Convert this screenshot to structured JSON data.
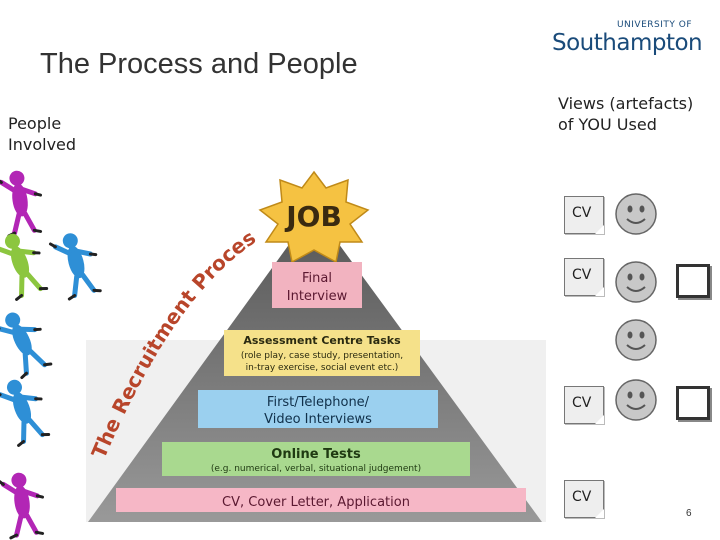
{
  "slide": {
    "title": "The Process and People",
    "logo_top": "UNIVERSITY OF",
    "logo_main": "Southampton",
    "people_label_line1": "People",
    "people_label_line2": "Involved",
    "views_label_line1": "Views (artefacts)",
    "views_label_line2": "of YOU Used",
    "page_number": "6"
  },
  "pyramid": {
    "top_label": "JOB",
    "curved_label": "The Recruitment Process",
    "levels": [
      {
        "line1": "Final",
        "line2": "Interview",
        "color": "#f2b3c0",
        "text_color": "#5a1830"
      },
      {
        "line1": "Assessment Centre Tasks",
        "line2": "(role play, case study, presentation,",
        "line3": "in-tray exercise, social event etc.)",
        "color": "#f5e18a",
        "text_color": "#2a2a10"
      },
      {
        "line1": "First/Telephone/",
        "line2": "Video Interviews",
        "color": "#9bd0ef",
        "text_color": "#10304a"
      },
      {
        "line1": "Online Tests",
        "line2": "(e.g. numerical, verbal, situational judgement)",
        "color": "#a9d98f",
        "text_color": "#1f3a12"
      },
      {
        "line1": "CV, Cover Letter, Application",
        "color": "#f6b7c6",
        "text_color": "#5a1830"
      }
    ]
  },
  "artefacts": {
    "cv_label": "CV",
    "rows": [
      {
        "cv": true,
        "face": true,
        "checkbox": false
      },
      {
        "cv": true,
        "face": true,
        "checkbox": true
      },
      {
        "cv": false,
        "face": true,
        "checkbox": false
      },
      {
        "cv": true,
        "face": true,
        "checkbox": true
      },
      {
        "cv": true,
        "face": false,
        "checkbox": false
      }
    ]
  },
  "figure_colors": [
    "#b226b5",
    "#2e8fd6",
    "#8cc63f"
  ],
  "icons": [
    "person-figure-icon",
    "smiley-face-icon",
    "checkbox-icon",
    "document-icon",
    "star-burst-icon"
  ]
}
